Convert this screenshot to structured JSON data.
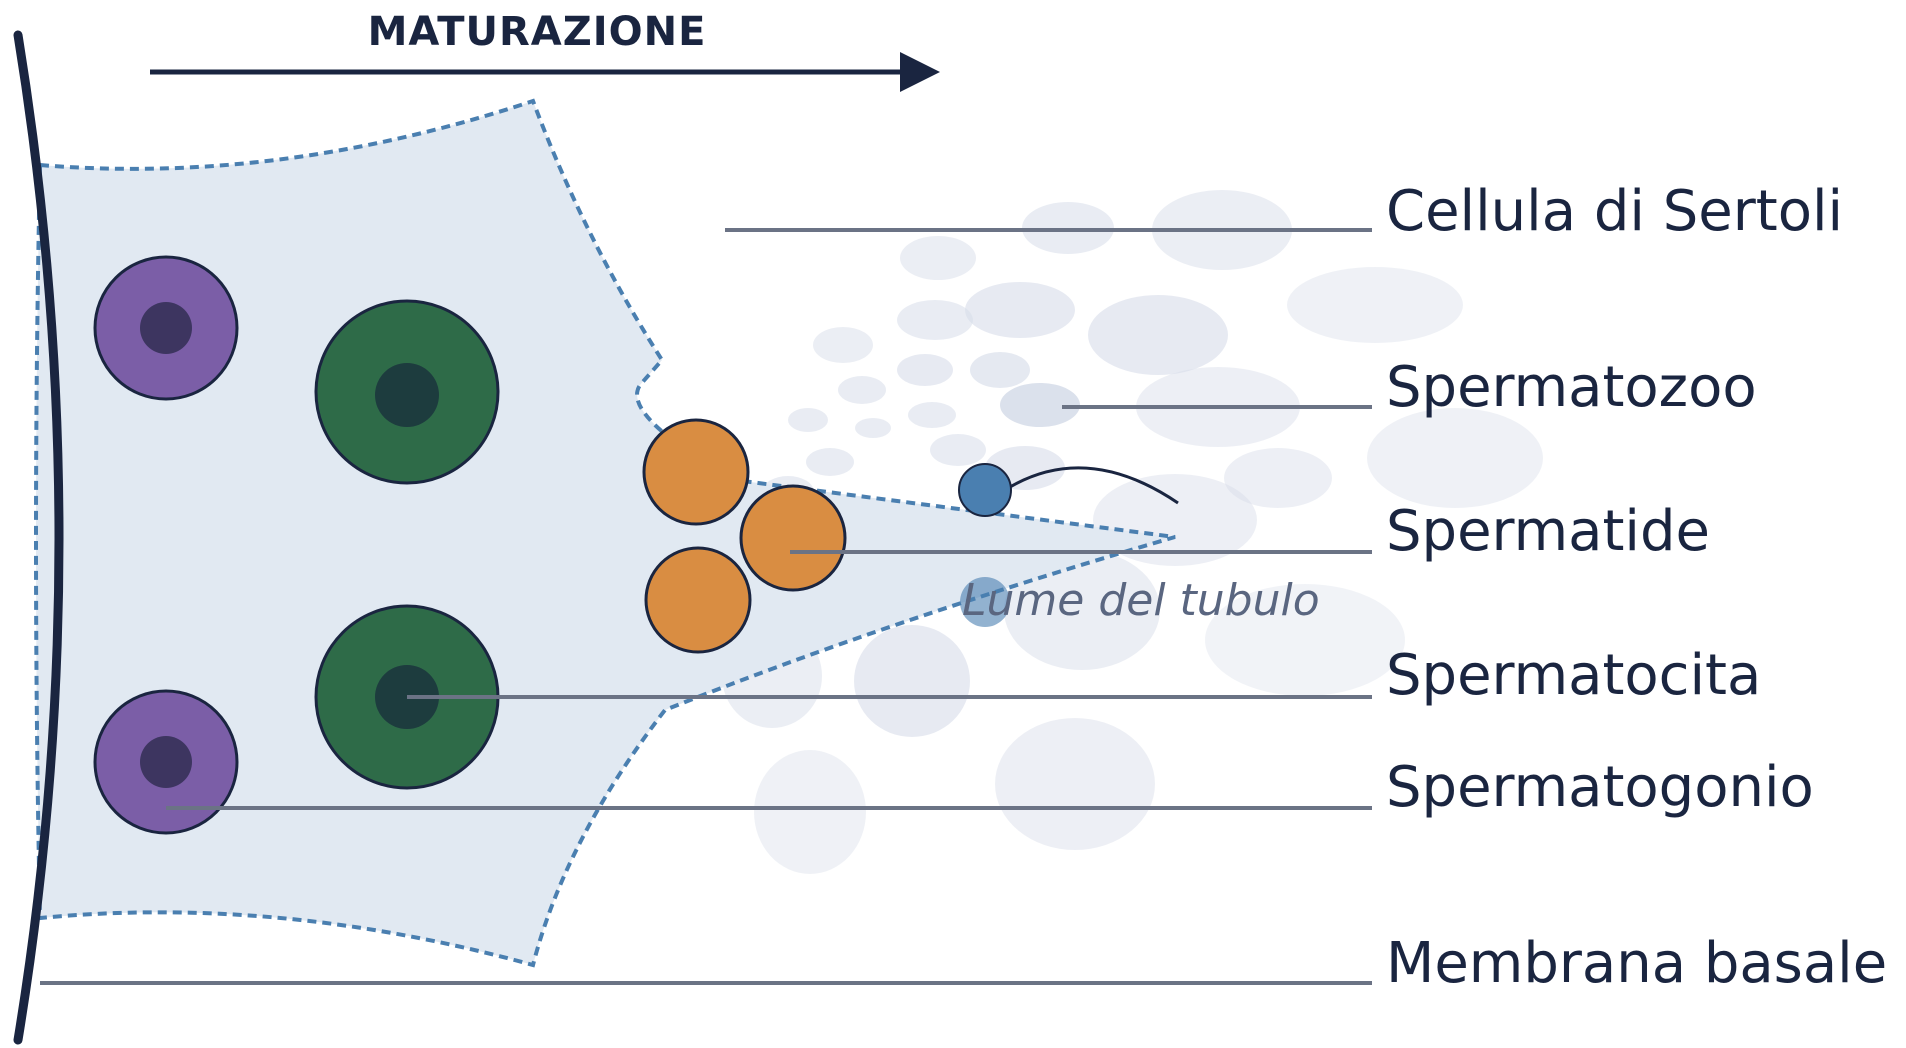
{
  "title": "MATURAZIONE",
  "lumen_label": "Lume del tubulo",
  "labels": {
    "sertoli": "Cellula di Sertoli",
    "spermatozoo": "Spermatozoo",
    "spermatide": "Spermatide",
    "spermatocita": "Spermatocita",
    "spermatogonio": "Spermatogonio",
    "membrana": "Membrana basale"
  },
  "colors": {
    "outline": "#1a2540",
    "sertoli_fill": "#e1e9f2",
    "sertoli_border": "#4a7fb0",
    "spermatogonio": "#7b5ea7",
    "spermatogonio_nucleus": "#3d3560",
    "spermatocita": "#2e6b48",
    "spermatocita_nucleus": "#1d3c3e",
    "spermatide": "#d98d42",
    "spermatozoo": "#4a7fb0",
    "background_cells": "#b7c2d8"
  }
}
